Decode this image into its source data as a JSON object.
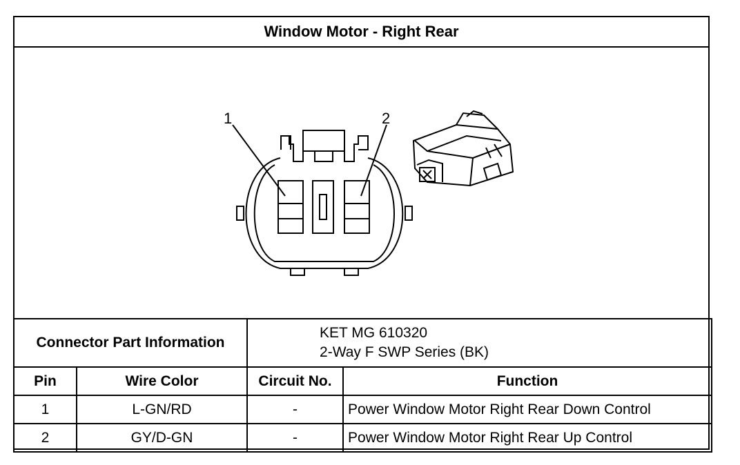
{
  "title": "Window Motor - Right Rear",
  "diagram": {
    "pin_labels": [
      "1",
      "2"
    ]
  },
  "connector": {
    "label": "Connector Part Information",
    "part_lines": [
      "KET MG 610320",
      "2-Way F SWP Series (BK)"
    ]
  },
  "table": {
    "headers": [
      "Pin",
      "Wire Color",
      "Circuit No.",
      "Function"
    ],
    "rows": [
      {
        "pin": "1",
        "wire": "L-GN/RD",
        "circuit": "-",
        "function": "Power Window Motor Right Rear Down Control"
      },
      {
        "pin": "2",
        "wire": "GY/D-GN",
        "circuit": "-",
        "function": "Power Window Motor Right Rear Up Control"
      }
    ]
  }
}
